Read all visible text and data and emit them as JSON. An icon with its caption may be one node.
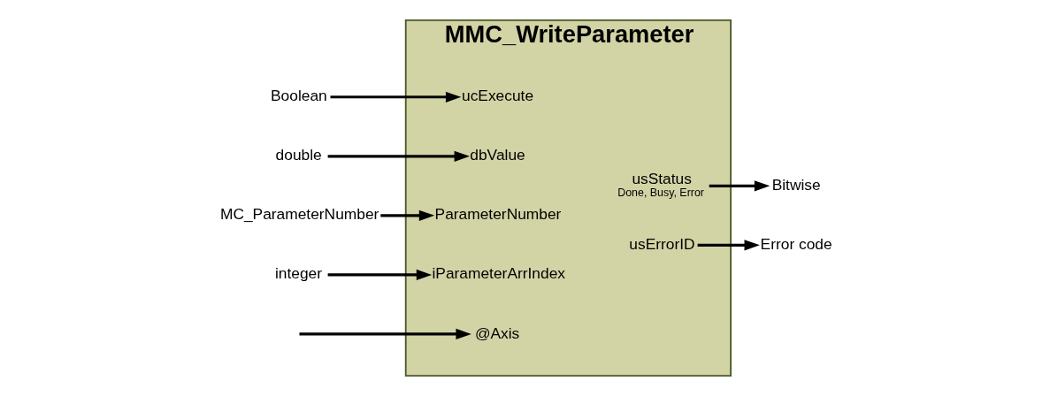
{
  "diagram": {
    "nodes": [
      {
        "text": [
          "MMC_WriteParameter"
        ]
      },
      {
        "text": [
          "@Axis"
        ],
        "in": 0
      },
      {
        "text": [
          "ucExecute"
        ],
        "in": 0
      },
      {
        "text": [
          "dbValue"
        ],
        "in": 0
      },
      {
        "text": [
          "ParameterNumber"
        ],
        "in": 0
      },
      {
        "text": [
          "iParameterArrIndex"
        ],
        "in": 0
      },
      {
        "text": [
          "usStatus",
          "Done, Busy, Error"
        ],
        "in": 0
      },
      {
        "text": [
          "usErrorID"
        ],
        "in": 0
      },
      {
        "text": [
          "Boolean"
        ]
      },
      {
        "text": [
          "double"
        ]
      },
      {
        "text": [
          "MC_ParameterNumber"
        ]
      },
      {
        "text": [
          "integer"
        ]
      },
      {
        "text": [
          "Bitwise"
        ]
      },
      {
        "text": [
          "Error code"
        ]
      }
    ],
    "edges": [
      {
        "from": null,
        "to": 1,
        "arrow": "to"
      },
      {
        "from": 8,
        "to": 2,
        "arrow": "to"
      },
      {
        "from": 9,
        "to": 3,
        "arrow": "to"
      },
      {
        "from": 10,
        "to": 4,
        "arrow": "to"
      },
      {
        "from": 11,
        "to": 5,
        "arrow": "to"
      },
      {
        "from": 6,
        "to": 12,
        "arrow": "to"
      },
      {
        "from": 7,
        "to": 13,
        "arrow": "to"
      }
    ]
  }
}
